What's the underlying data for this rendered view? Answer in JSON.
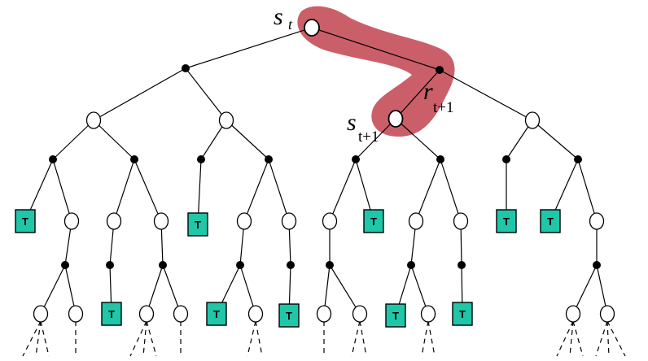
{
  "labels": {
    "s_t": {
      "main": "s",
      "sub": "t"
    },
    "r_t1": {
      "main": "r",
      "sub": "t+1"
    },
    "s_t1": {
      "main": "s",
      "sub": "t+1"
    }
  },
  "terminal_label": "T",
  "colors": {
    "terminal_fill": "#1fc7a8",
    "highlight": "#c2434f",
    "edge": "#000000"
  }
}
